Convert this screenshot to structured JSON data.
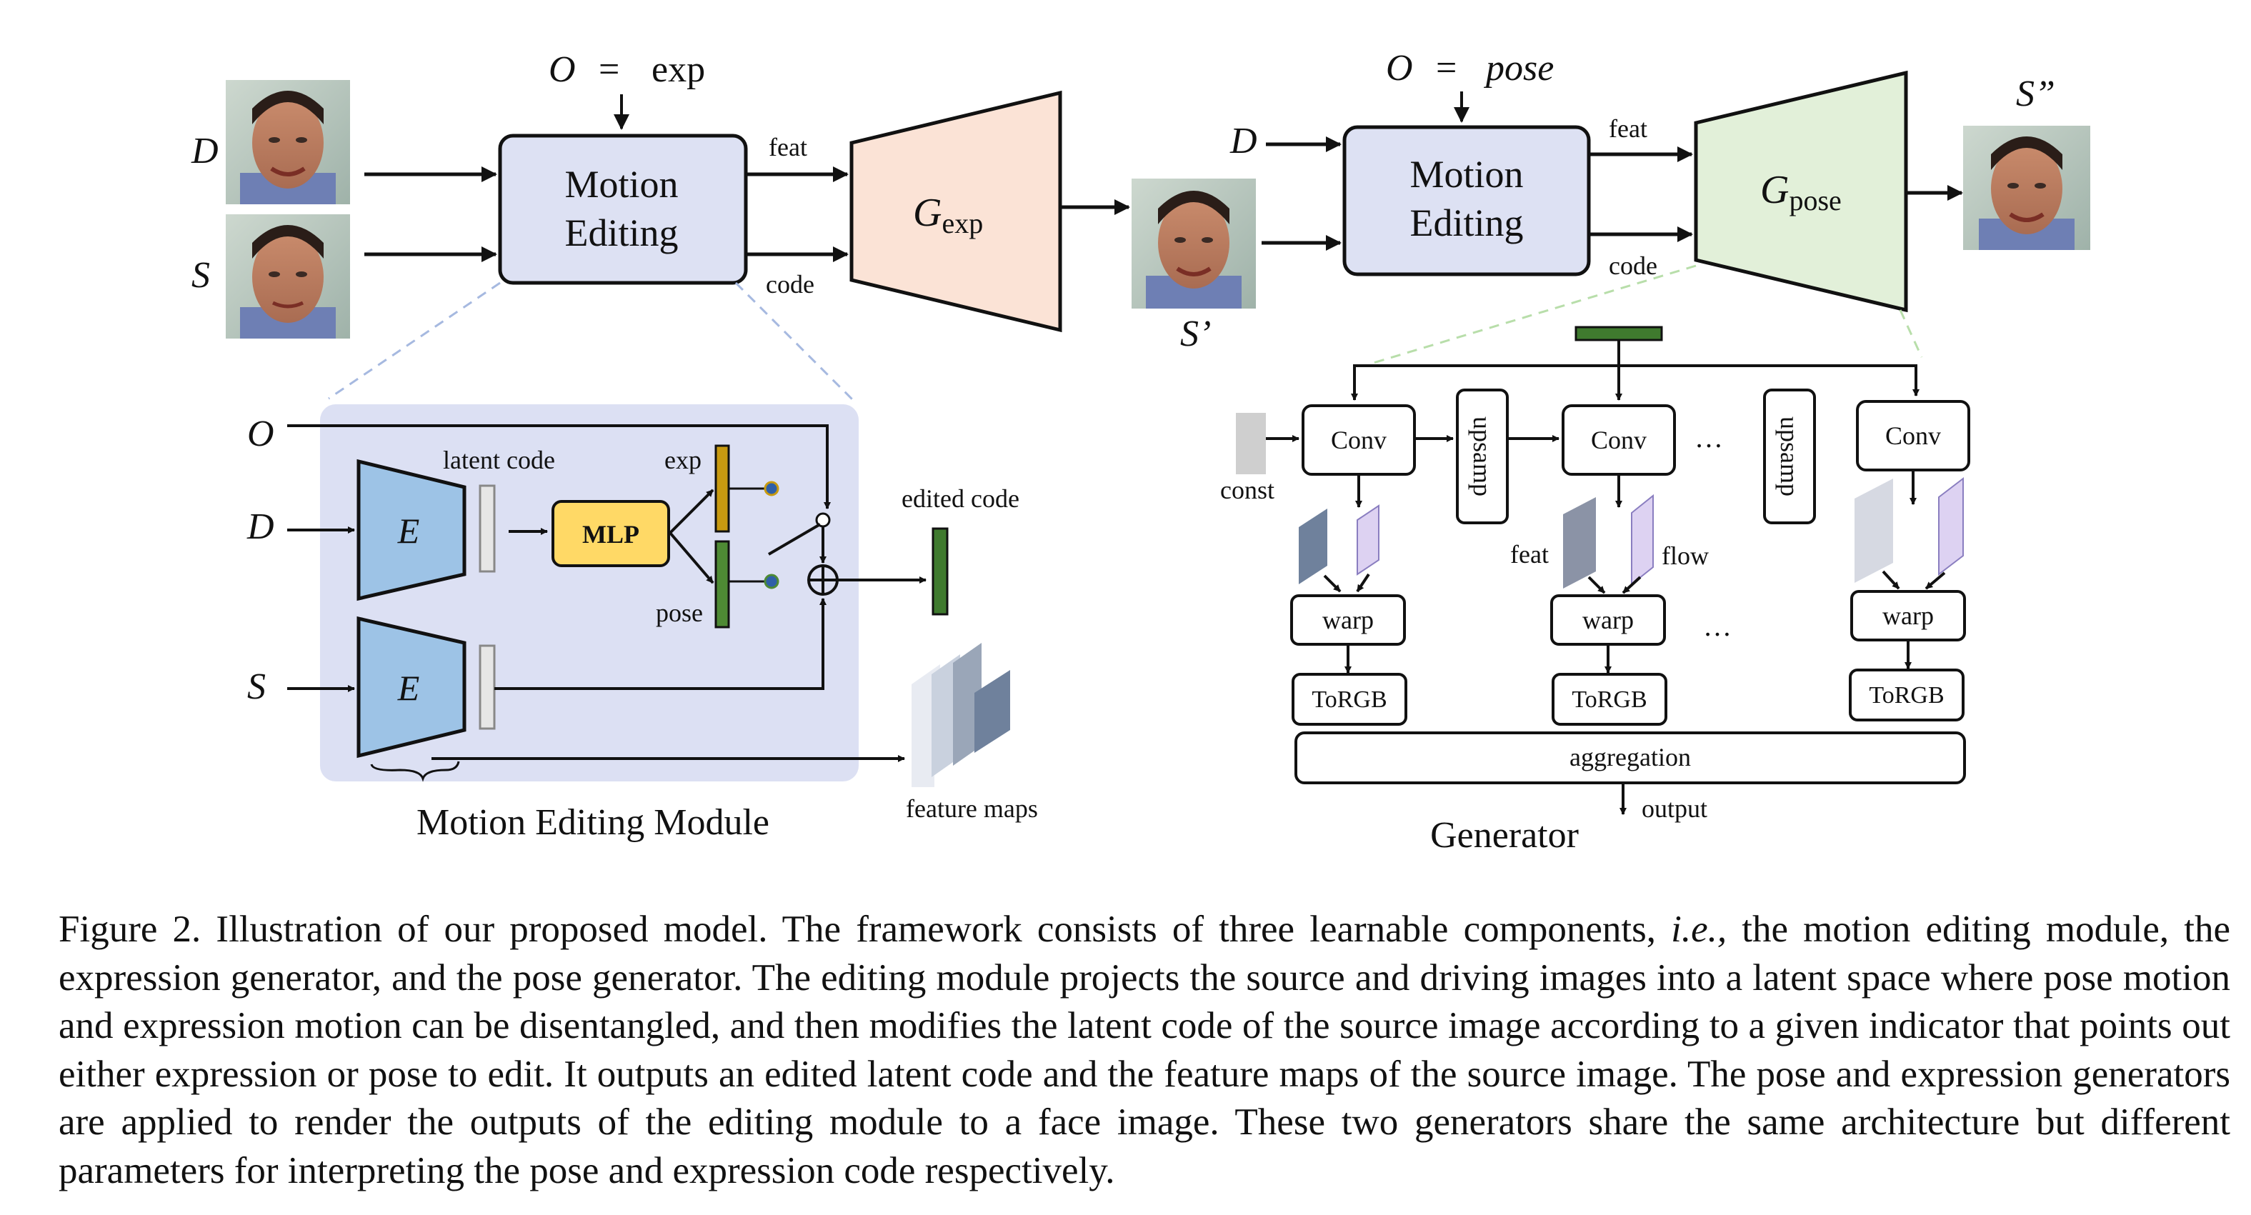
{
  "figure": {
    "top": {
      "indicator_exp": {
        "var": "O",
        "eq": "=",
        "val": "exp"
      },
      "indicator_pose": {
        "var": "O",
        "eq": "=",
        "val": "pose"
      },
      "motion_editing_line1": "Motion",
      "motion_editing_line2": "Editing",
      "feat": "feat",
      "code": "code",
      "g_exp_main": "G",
      "g_exp_sub": "exp",
      "g_pose_main": "G",
      "g_pose_sub": "pose",
      "label_D": "D",
      "label_S": "S",
      "label_S_prime": "S’",
      "label_S_dprime": "S”"
    },
    "motion_module": {
      "title": "Motion Editing Module",
      "label_O": "O",
      "label_D": "D",
      "label_S": "S",
      "encoder": "E",
      "latent_code": "latent code",
      "mlp": "MLP",
      "exp": "exp",
      "pose": "pose",
      "edited_code": "edited code",
      "feature_maps": "feature maps"
    },
    "generator": {
      "title": "Generator",
      "const": "const",
      "conv": "Conv",
      "upsamp": "upsamp",
      "feat": "feat",
      "flow": "flow",
      "warp": "warp",
      "torgb": "ToRGB",
      "aggregation": "aggregation",
      "output": "output",
      "ellipsis": "…"
    },
    "colors": {
      "motion_box": "#dde1f3",
      "g_exp": "#fbe3d6",
      "g_pose": "#e2f0d9",
      "module_bg": "#dce0f3",
      "encoder": "#9dc3e6",
      "mlp": "#ffd966",
      "exp_bar": "#c89a10",
      "pose_bar": "#4e8a34",
      "edited_code": "#3f7a2e",
      "feat_map": "#7f8fa6",
      "flow_map": "#ddd2f2"
    }
  },
  "caption": {
    "part1": "Figure 2. Illustration of our proposed model. The framework consists of three learnable components, ",
    "ie": "i.e.,",
    "part2": " the motion editing module, the expression generator, and the pose generator. The editing module projects the source and driving images into a latent space where pose motion and expression motion can be disentangled, and then modifies the latent code of the source image according to a given indicator that points out either expression or pose to edit. It outputs an edited latent code and the feature maps of the source image. The pose and expression generators are applied to render the outputs of the editing module to a face image. These two generators share the same architecture but different parameters for interpreting the pose and expression code respectively."
  }
}
